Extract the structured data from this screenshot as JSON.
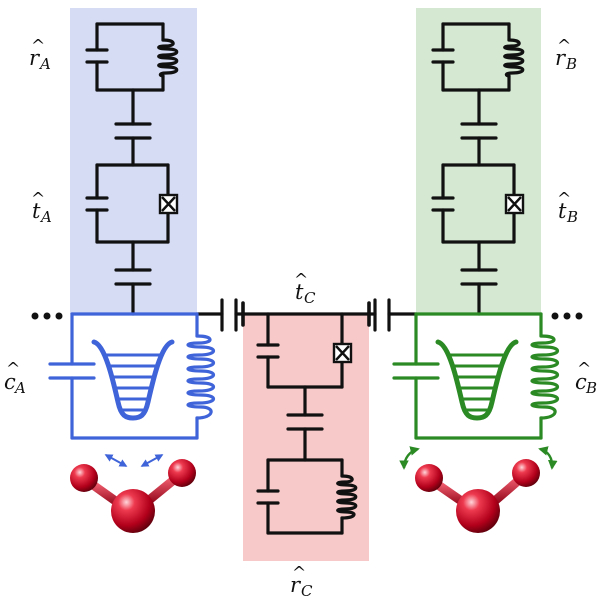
{
  "labels": {
    "r_A": {
      "base": "r",
      "sub": "A"
    },
    "t_A": {
      "base": "t",
      "sub": "A"
    },
    "c_A": {
      "base": "c",
      "sub": "A"
    },
    "r_B": {
      "base": "r",
      "sub": "B"
    },
    "t_B": {
      "base": "t",
      "sub": "B"
    },
    "c_B": {
      "base": "c",
      "sub": "B"
    },
    "t_C": {
      "base": "t",
      "sub": "C"
    },
    "r_C": {
      "base": "r",
      "sub": "C"
    },
    "hat": "^",
    "ellipsis": "•••"
  },
  "colors": {
    "panel_A": "#d5dcf4",
    "panel_B": "#d4e8d2",
    "panel_C": "#f8c9c9",
    "circuit_A": "#3f63d9",
    "circuit_B": "#2b8a24",
    "wire": "#111111",
    "molecule": "#c8102e"
  },
  "icons": {
    "josephson_junction": "boxed-x-icon",
    "inductor": "coil-icon",
    "capacitor": "parallel-plates-icon",
    "potential_well": "harmonic-well-icon",
    "molecule": "bent-triatomic-molecule-icon",
    "vibration_A": "double-arrow-icon",
    "vibration_B": "curved-arrow-icon"
  }
}
